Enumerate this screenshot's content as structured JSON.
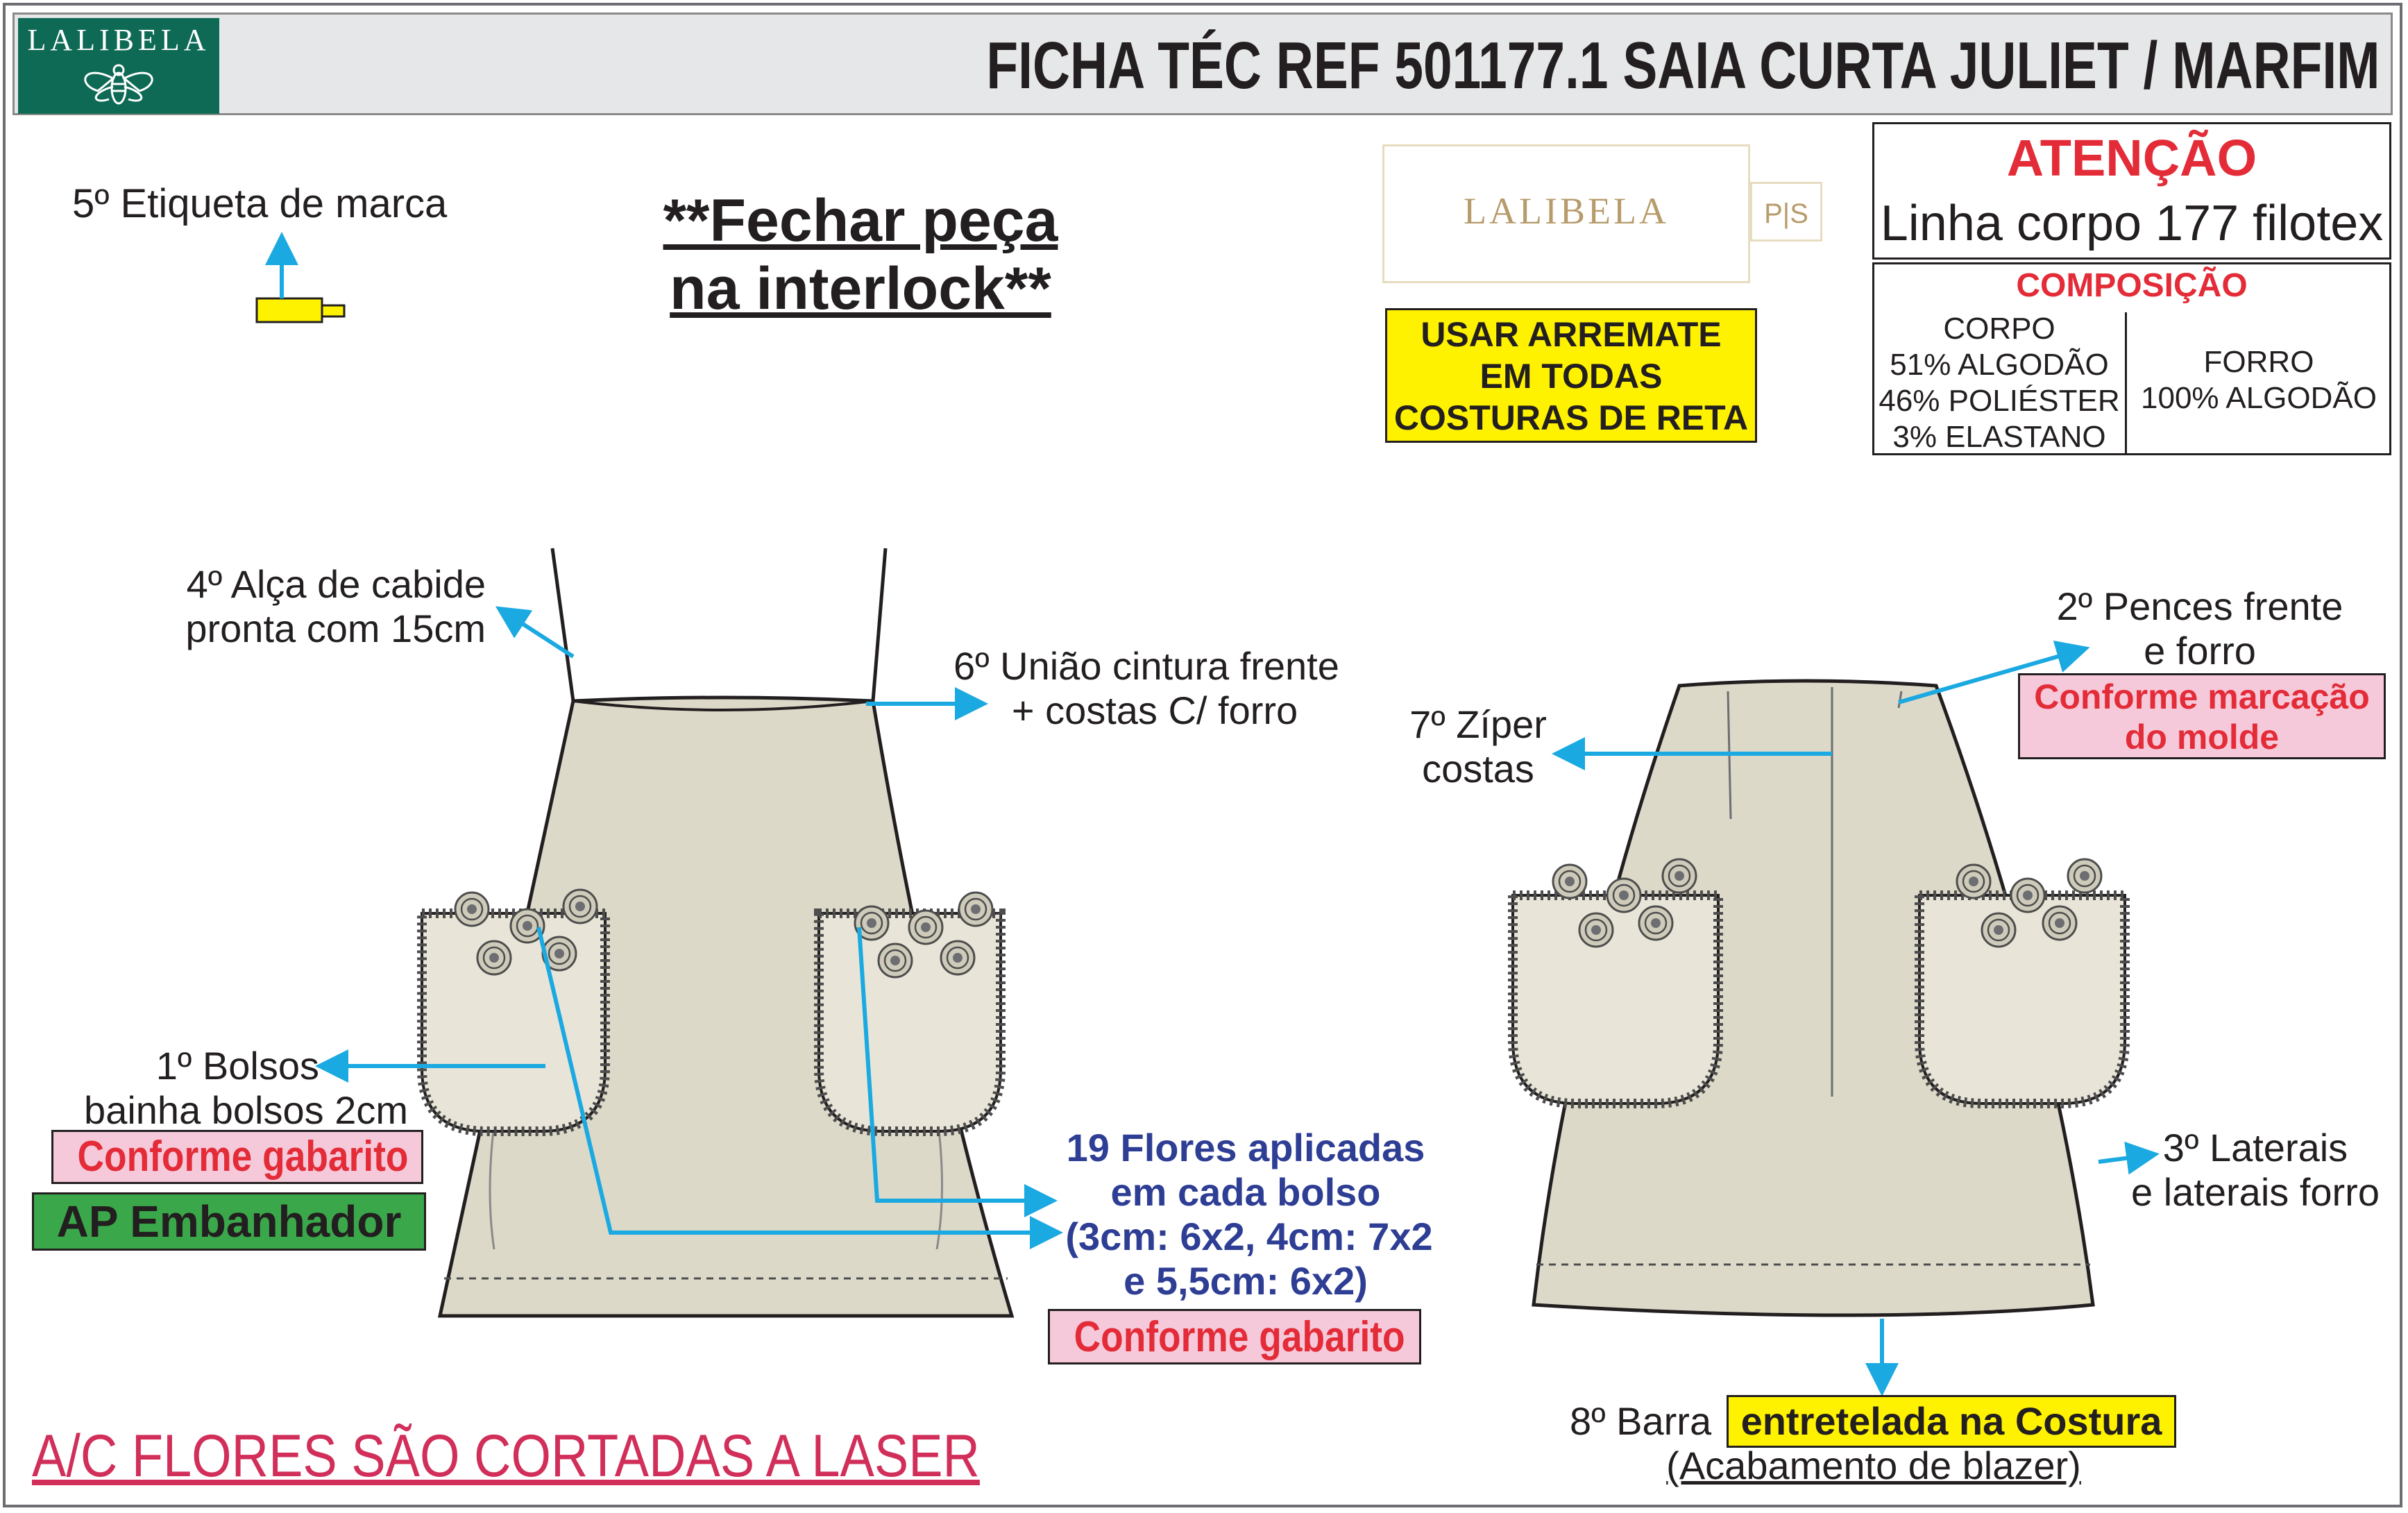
{
  "header": {
    "brand": "LALIBELA",
    "title": "FICHA TÉC REF 501177.1 SAIA CURTA JULIET / MARFIM"
  },
  "label_block": {
    "brand_label": "LALIBELA",
    "size_tag": "P|S"
  },
  "notes": {
    "etiqueta": "5º Etiqueta de marca",
    "fechar_line1": "**Fechar peça",
    "fechar_line2": "na interlock**",
    "arremate_line1": "USAR ARREMATE",
    "arremate_line2": "EM TODAS",
    "arremate_line3": "COSTURAS DE RETA",
    "laser": "A/C FLORES SÃO CORTADAS A LASER"
  },
  "attention": {
    "title": "ATENÇÃO",
    "text": "Linha corpo 177 filotex"
  },
  "composition": {
    "title": "COMPOSIÇÃO",
    "corpo": [
      "CORPO",
      "51% ALGODÃO",
      "46% POLIÉSTER",
      "3% ELASTANO"
    ],
    "forro": [
      "FORRO",
      "100% ALGODÃO"
    ]
  },
  "front": {
    "alca_line1": "4º Alça de cabide",
    "alca_line2": "pronta com 15cm",
    "uniao_line1": "6º União cintura frente",
    "uniao_line2": "+ costas C/ forro",
    "bolsos_line1": "1º Bolsos",
    "bolsos_line2": "bainha bolsos 2cm",
    "conforme_gabarito": "Conforme gabarito",
    "ap_embanhador": "AP Embanhador",
    "flores_line1": "19 Flores aplicadas",
    "flores_line2": "em cada bolso",
    "flores_line3": "(3cm: 6x2, 4cm: 7x2",
    "flores_line4": "e 5,5cm: 6x2)",
    "flores_gabarito": "Conforme gabarito"
  },
  "back": {
    "pences_line1": "2º Pences frente",
    "pences_line2": "e forro",
    "marcacao_line1": "Conforme marcação",
    "marcacao_line2": "do molde",
    "ziper_line1": "7º Zíper",
    "ziper_line2": "costas",
    "laterais_line1": "3º Laterais",
    "laterais_line2": "e laterais forro",
    "barra_prefix": "8º Barra",
    "barra_highlight": "entretelada na Costura",
    "barra_line2": "(Acabamento de blazer)"
  },
  "colors": {
    "fabric": "#dcd9c9",
    "arrow": "#1ba9e1",
    "yellow": "#fff200",
    "pink": "#f6c9da",
    "green": "#3aa84a",
    "red": "#e32c38",
    "blue": "#2e3e94",
    "brand_green": "#0f6a55"
  }
}
